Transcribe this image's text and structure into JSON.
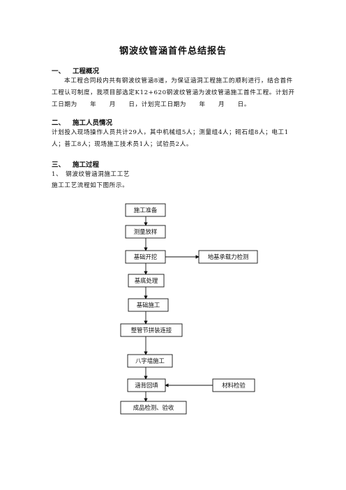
{
  "title": "钢波纹管涵首件总结报告",
  "sections": [
    {
      "num": "一、",
      "heading": "工程概况",
      "body": "本工程合同段内共有钢波纹管涵8道，为保证涵洞工程施工的顺利进行，结合首件工程认可制度，我项目部选定K12+620钢波纹管涵为波纹管涵施工首件工程。计划开工日期为　　年　　月　　日，计划完工日期为　　年　　月　　日。"
    },
    {
      "num": "二、",
      "heading": "施工人员情况",
      "body": "计划投入现场操作人员共计29人，其中机械组5人；测量组4人；砌石组8人；电工1人；普工8人；现场施工技术员1人；试验员2人。"
    },
    {
      "num": "三、",
      "heading": "施工过程"
    }
  ],
  "subheading": "1、　钢波纹管涵洞施工工艺",
  "flow_intro": "施工工艺流程如下图所示。",
  "flowchart": {
    "steps": [
      "施工准备",
      "测量放样",
      "基础开挖",
      "基底处理",
      "基础施工",
      "整管节拼装连接",
      "八字墙施工",
      "涵背回填",
      "成品检测、验收"
    ],
    "side_boxes": [
      {
        "label": "地基承载力检测",
        "attached_to": "基础开挖",
        "direction": "from-step"
      },
      {
        "label": "材料检验",
        "attached_to": "涵背回填",
        "direction": "to-step"
      }
    ]
  }
}
